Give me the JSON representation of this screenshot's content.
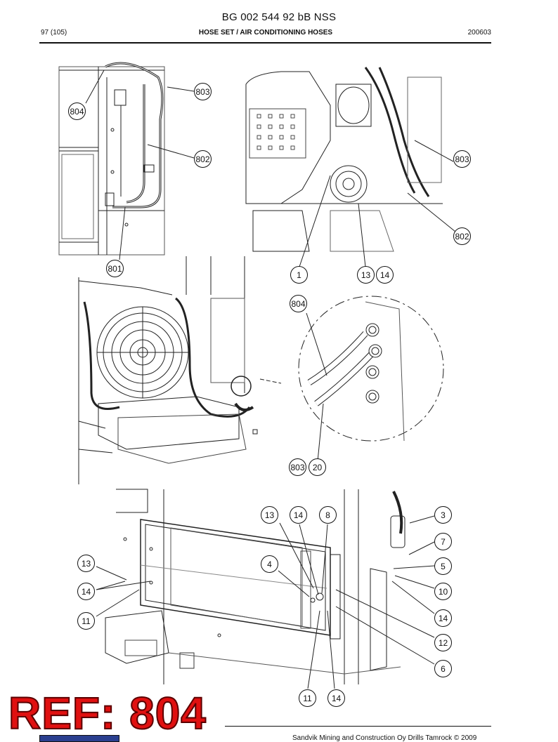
{
  "header": {
    "doc_id": "BG 002 544 92 bB NSS",
    "page": "97 (105)",
    "title": "HOSE SET / AIR CONDITIONING HOSES",
    "code": "200603"
  },
  "callouts": {
    "p1_803": "803",
    "p1_804": "804",
    "p1_802": "802",
    "p1_801": "801",
    "p2_803": "803",
    "p2_802": "802",
    "p2_1": "1",
    "p2_13": "13",
    "p2_14": "14",
    "p3_804": "804",
    "p3_803": "803",
    "p3_20": "20",
    "p4_13a": "13",
    "p4_14a": "14",
    "p4_8": "8",
    "p4_3": "3",
    "p4_7": "7",
    "p4_4": "4",
    "p4_5": "5",
    "p4_13b": "13",
    "p4_14b": "14",
    "p4_10": "10",
    "p4_11a": "11",
    "p4_14c": "14",
    "p4_12": "12",
    "p4_6": "6",
    "p4_11b": "11",
    "p4_14d": "14"
  },
  "stamp": "REF: 804",
  "footer": "Sandvik Mining and Construction Oy Drills Tamrock © 2009"
}
